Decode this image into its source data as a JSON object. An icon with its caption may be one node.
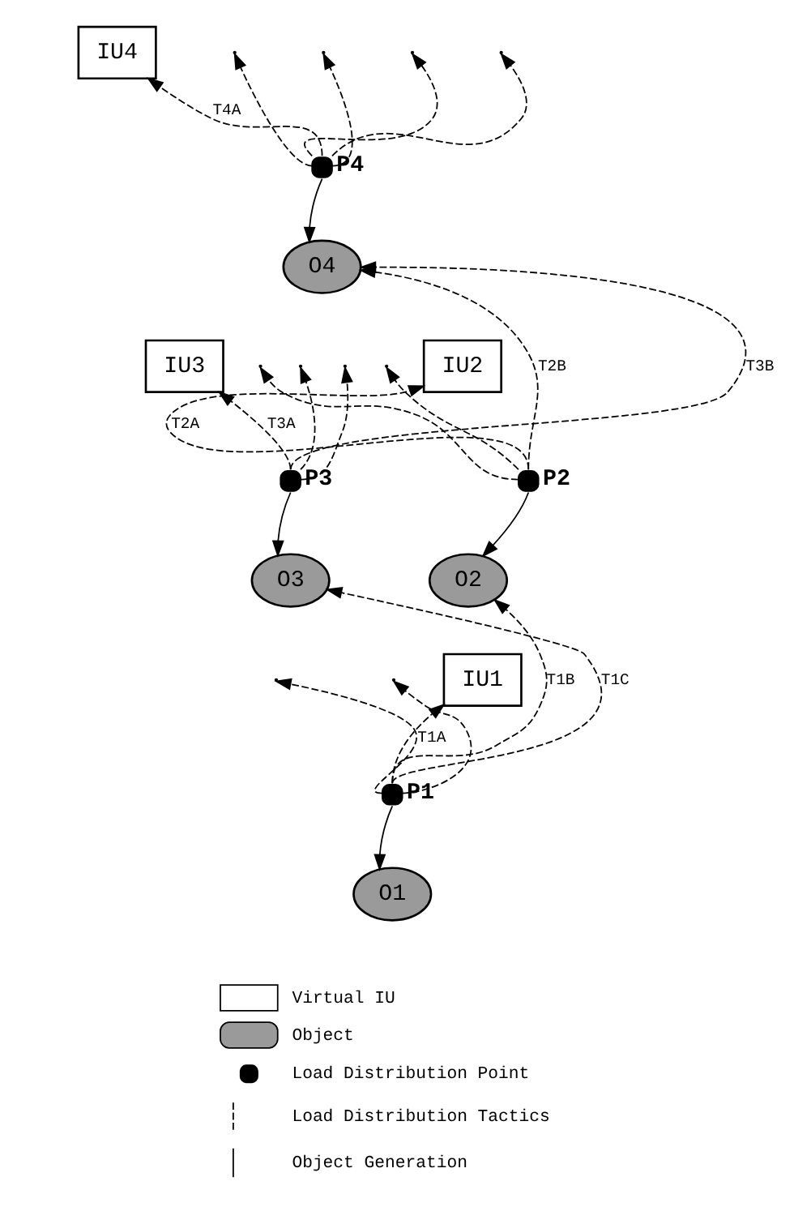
{
  "diagram": {
    "nodes": [
      {
        "text": [
          "IU4"
        ]
      },
      {
        "text": [
          "P4"
        ]
      },
      {
        "text": [
          "O4"
        ]
      },
      {
        "text": [
          "IU2"
        ]
      },
      {
        "text": [
          "IU3"
        ]
      },
      {
        "text": [
          "P2"
        ]
      },
      {
        "text": [
          "P3"
        ]
      },
      {
        "text": [
          "O2"
        ]
      },
      {
        "text": [
          "O3"
        ]
      },
      {
        "text": [
          "IU1"
        ]
      },
      {
        "text": [
          "P1"
        ]
      },
      {
        "text": [
          "O1"
        ]
      }
    ],
    "edges": [
      {
        "from": 1,
        "to": 0,
        "arrow": "to",
        "label": "T4A",
        "style": "dashed"
      },
      {
        "from": 1,
        "to": null,
        "arrow": "to",
        "style": "dashed"
      },
      {
        "from": 1,
        "to": null,
        "arrow": "to",
        "style": "dashed"
      },
      {
        "from": 1,
        "to": null,
        "arrow": "to",
        "style": "dashed"
      },
      {
        "from": 1,
        "to": null,
        "arrow": "to",
        "style": "dashed"
      },
      {
        "from": 1,
        "to": 2,
        "arrow": "to"
      },
      {
        "from": 5,
        "to": 3,
        "arrow": "to",
        "label": "T2A",
        "style": "dashed"
      },
      {
        "from": 5,
        "to": 2,
        "arrow": "to",
        "label": "T2B",
        "style": "dashed"
      },
      {
        "from": 5,
        "to": null,
        "arrow": "to",
        "style": "dashed"
      },
      {
        "from": 5,
        "to": null,
        "arrow": "to",
        "style": "dashed"
      },
      {
        "from": 5,
        "to": 7,
        "arrow": "to"
      },
      {
        "from": 6,
        "to": 4,
        "arrow": "to",
        "label": "T3A",
        "style": "dashed"
      },
      {
        "from": 6,
        "to": 2,
        "arrow": "to",
        "label": "T3B",
        "style": "dashed"
      },
      {
        "from": 6,
        "to": null,
        "arrow": "to",
        "style": "dashed"
      },
      {
        "from": 6,
        "to": null,
        "arrow": "to",
        "style": "dashed"
      },
      {
        "from": 6,
        "to": 8,
        "arrow": "to"
      },
      {
        "from": 10,
        "to": 9,
        "arrow": "to",
        "label": "T1A",
        "style": "dashed"
      },
      {
        "from": 10,
        "to": 7,
        "arrow": "to",
        "label": "T1B",
        "style": "dashed"
      },
      {
        "from": 10,
        "to": 8,
        "arrow": "to",
        "label": "T1C",
        "style": "dashed"
      },
      {
        "from": 10,
        "to": null,
        "arrow": "to",
        "style": "dashed"
      },
      {
        "from": 10,
        "to": null,
        "arrow": "to",
        "style": "dashed"
      },
      {
        "from": 10,
        "to": 11,
        "arrow": "to"
      }
    ],
    "legend": [
      {
        "text": "Virtual IU"
      },
      {
        "text": "Object"
      },
      {
        "text": "Load Distribution Point"
      },
      {
        "text": "Load Distribution Tactics"
      },
      {
        "text": "Object Generation"
      }
    ]
  }
}
